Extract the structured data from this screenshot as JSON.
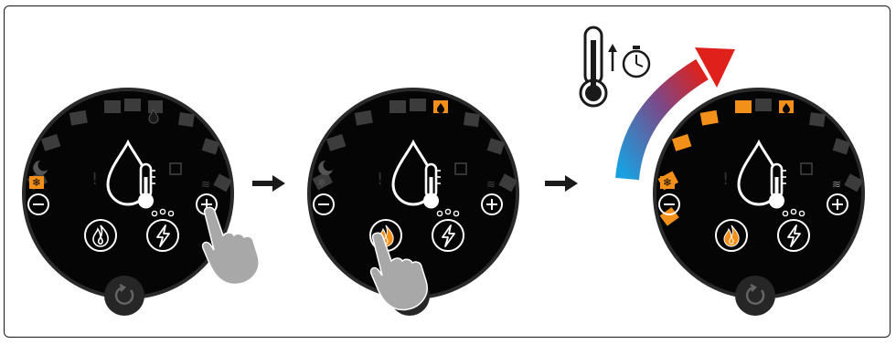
{
  "diagram": {
    "steps": 3,
    "icons": {
      "drop": "water-drop-thermometer-icon",
      "minus": "minus-icon",
      "plus": "plus-icon",
      "flame": "flame-icon",
      "bolt": "lightning-bolt-icon",
      "power": "power-icon",
      "moon": "moon-icon",
      "snowflake": "snowflake-icon",
      "warning": "warning-exclamation-icon",
      "external": "external-link-icon",
      "heat": "heat-waves-icon",
      "drop-small": "small-drop-icon",
      "hand": "hand-pointer-icon",
      "thermometer-timer": "thermometer-rising-timer-icon",
      "arrow": "right-arrow-icon"
    },
    "colors": {
      "frame": "#1a1a1a",
      "panel": "#050505",
      "ring": "#3a3a3a",
      "segment_off": "#3c3c3c",
      "accent": "#f39019",
      "icon": "#ffffff",
      "gradient_start": "#1aa0e0",
      "gradient_end": "#e0201a",
      "hand": "#a8a8a8"
    },
    "panels": [
      {
        "lit_segments": 0,
        "drop_marker_lit": false,
        "snow_lit": true,
        "flame_active": false,
        "hand": "plus-button"
      },
      {
        "lit_segments": 0,
        "drop_marker_lit": true,
        "snow_lit": false,
        "flame_active": true,
        "hand": "flame-button"
      },
      {
        "lit_segments": 5,
        "drop_marker_lit": true,
        "snow_lit": true,
        "flame_active": true,
        "hand": "none"
      }
    ]
  }
}
